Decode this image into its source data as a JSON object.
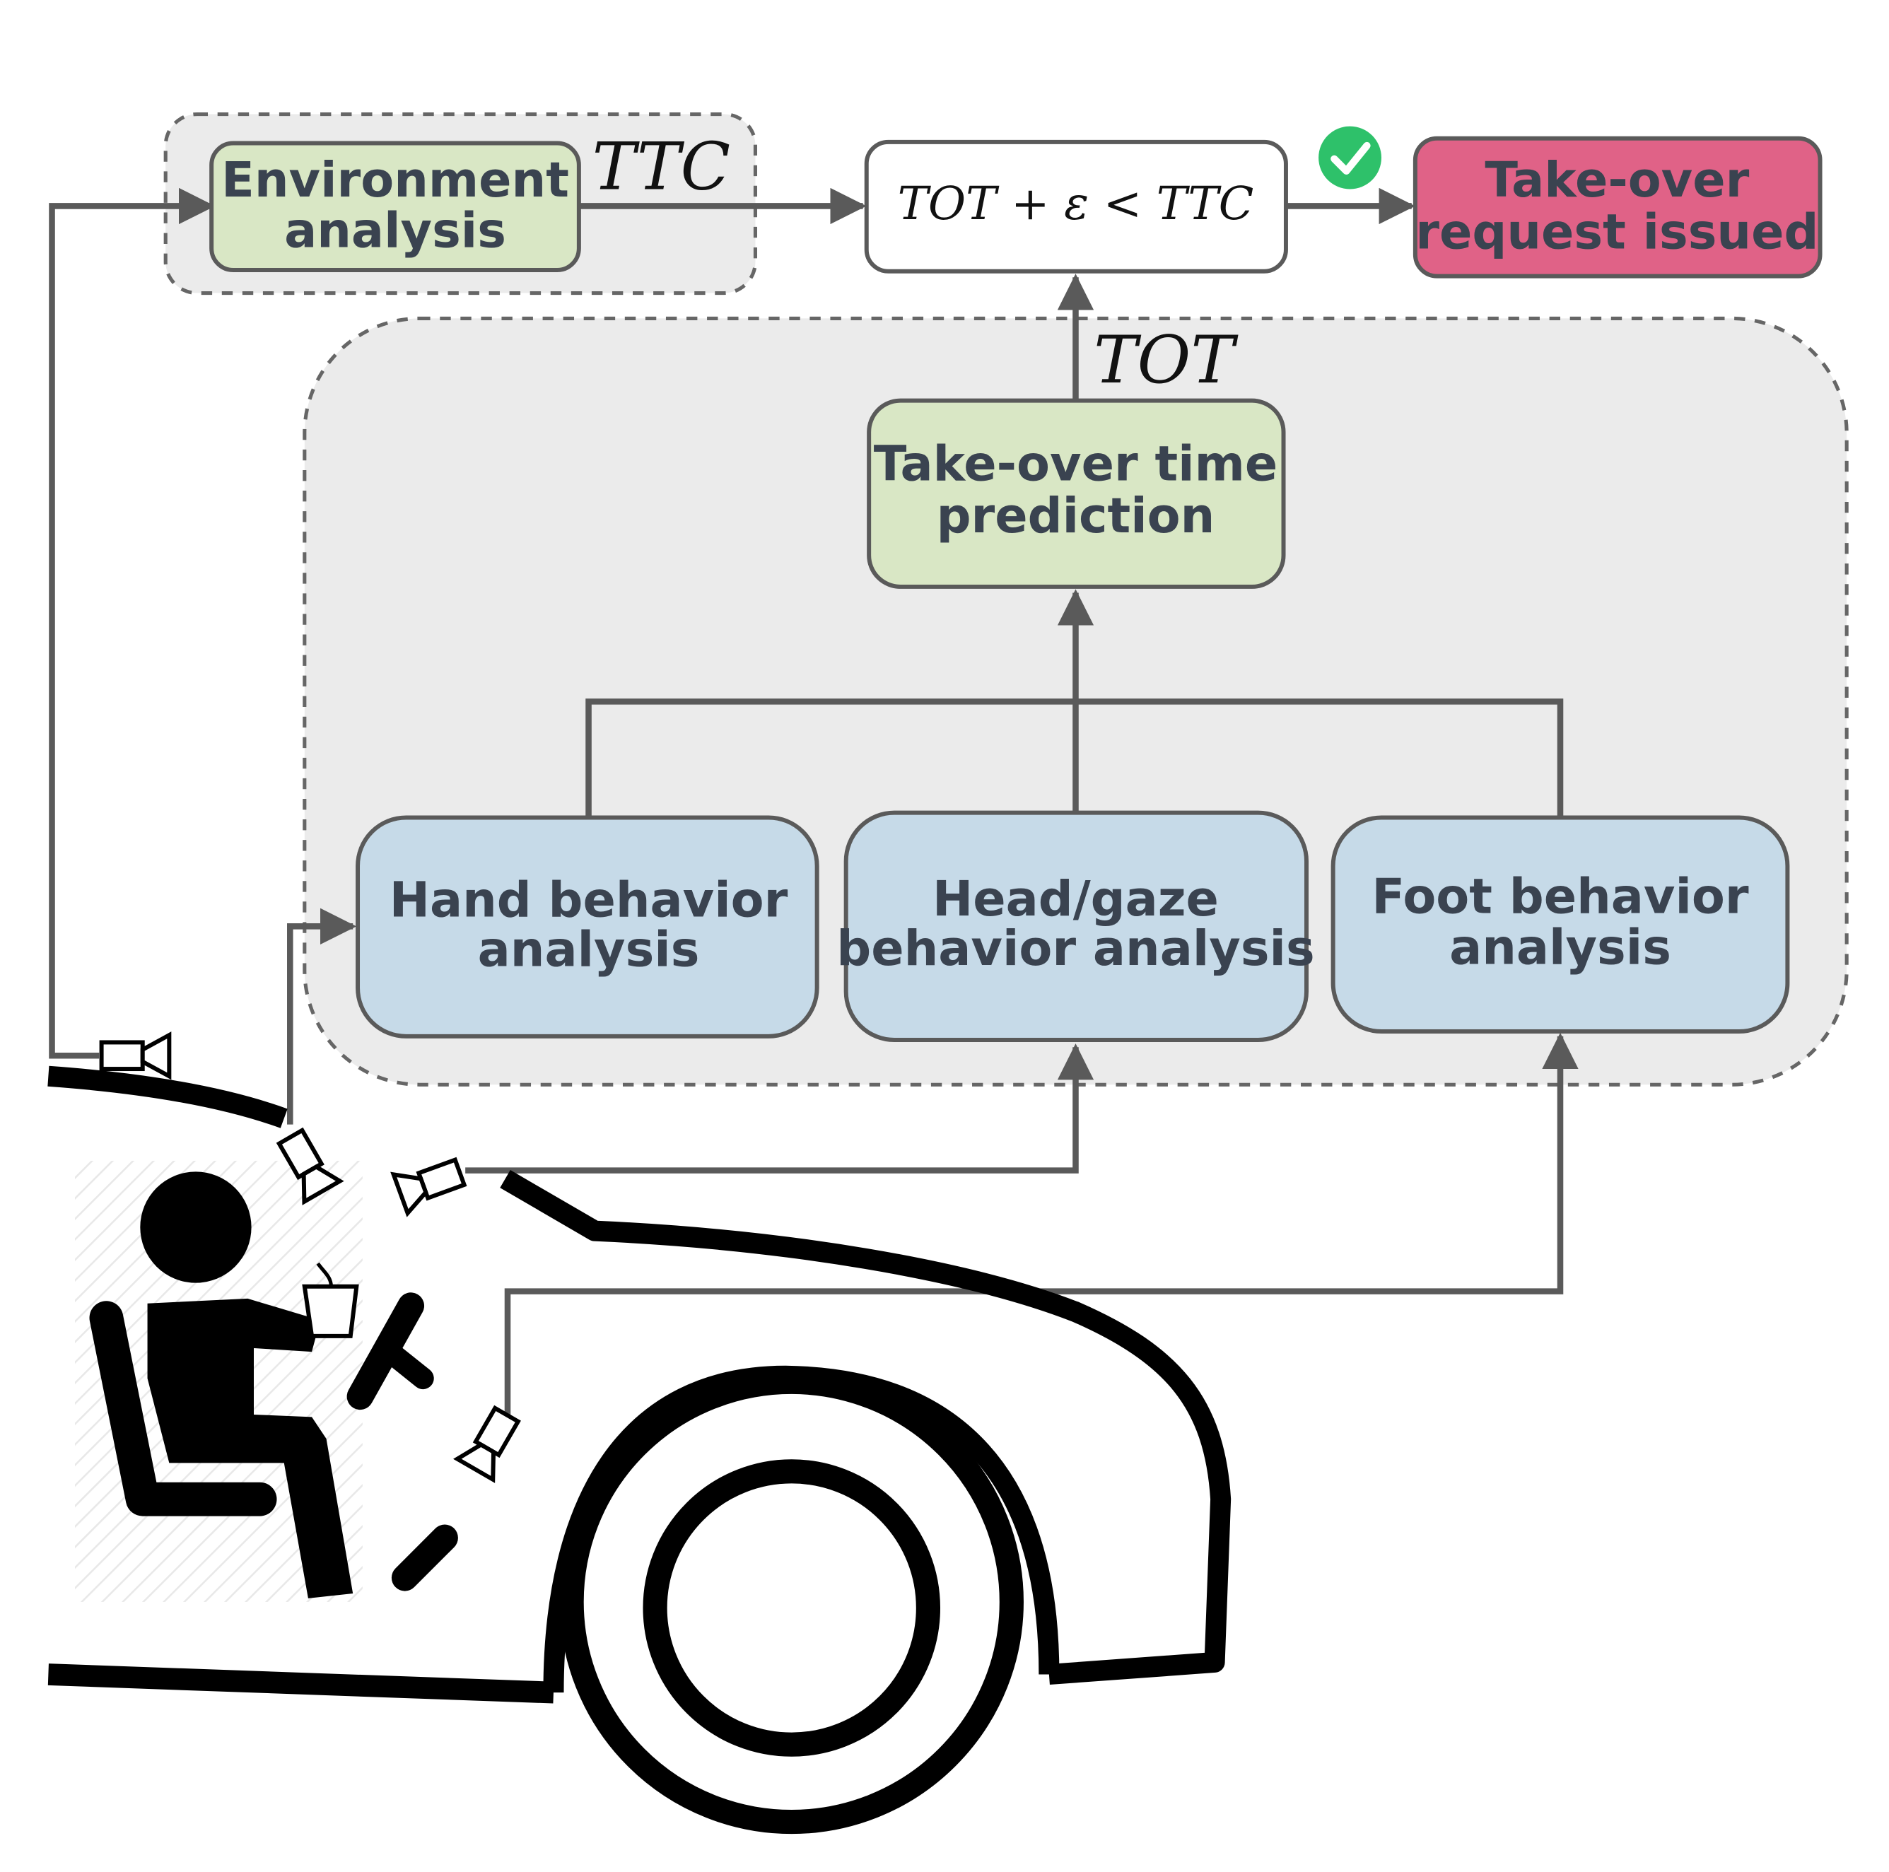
{
  "boxes": {
    "environment": {
      "line1": "Environment",
      "line2": "analysis"
    },
    "condition": {
      "formula": "TOT + ε < TTC"
    },
    "takeover_request": {
      "line1": "Take-over",
      "line2": "request issued"
    },
    "tot_prediction": {
      "line1": "Take-over time",
      "line2": "prediction"
    },
    "hand": {
      "line1": "Hand behavior",
      "line2": "analysis"
    },
    "headgaze": {
      "line1": "Head/gaze",
      "line2": "behavior analysis"
    },
    "foot": {
      "line1": "Foot behavior",
      "line2": "analysis"
    }
  },
  "labels": {
    "ttc": "TTC",
    "tot": "TOT"
  },
  "colors": {
    "green_box": "#d9e7c5",
    "blue_box": "#c6dae8",
    "pink_box": "#e06287",
    "group_bg": "#ebebeb",
    "line": "#5a5a5a",
    "check": "#2ec16a"
  },
  "icons": [
    "camera-icon",
    "check-icon",
    "driver-icon",
    "car-icon"
  ]
}
